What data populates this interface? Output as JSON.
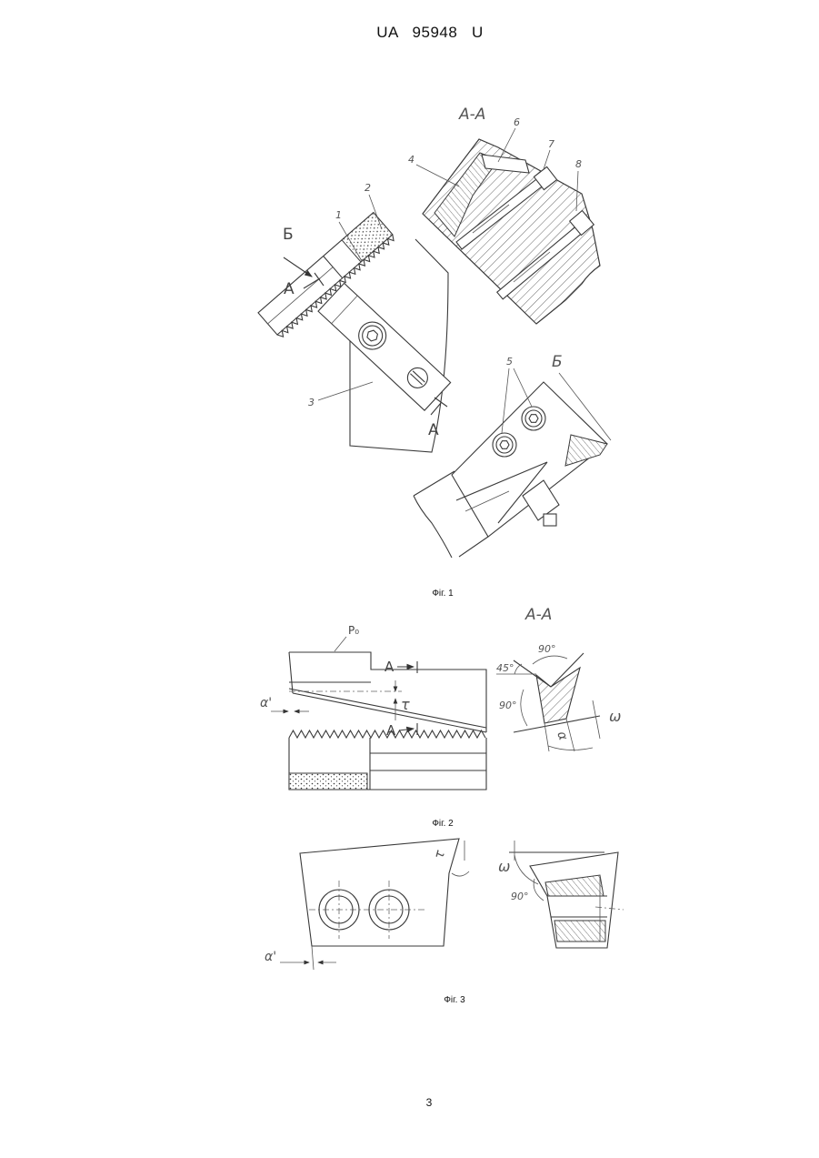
{
  "header": {
    "doc_id": "UA   95948   U"
  },
  "figures": {
    "fig1": {
      "caption": "Фіг. 1",
      "labels": {
        "section": "А-А",
        "ref_6": "6",
        "ref_7": "7",
        "ref_8": "8",
        "ref_4": "4",
        "ref_2": "2",
        "ref_1": "1",
        "view_arrow": "Б",
        "cut_left": "А",
        "ref_3": "3",
        "cut_right": "А",
        "ref_5": "5",
        "view_title": "Б"
      }
    },
    "fig2": {
      "caption": "Фіг. 2",
      "labels": {
        "p0": "P₀",
        "cut_top": "А",
        "section": "А-А",
        "angle_top": "90°",
        "angle_45": "45°",
        "angle_left": "90°",
        "alpha_prime": "α'",
        "tau": "τ",
        "cut_bottom": "А",
        "omega": "ω",
        "alpha": "α"
      }
    },
    "fig3": {
      "caption": "Фіг. 3",
      "labels": {
        "tau": "τ",
        "alpha_prime": "α'",
        "omega": "ω",
        "angle": "90°"
      }
    }
  },
  "page": {
    "number": "3"
  },
  "colors": {
    "ink": "#3a3a3a",
    "paper": "#ffffff"
  }
}
